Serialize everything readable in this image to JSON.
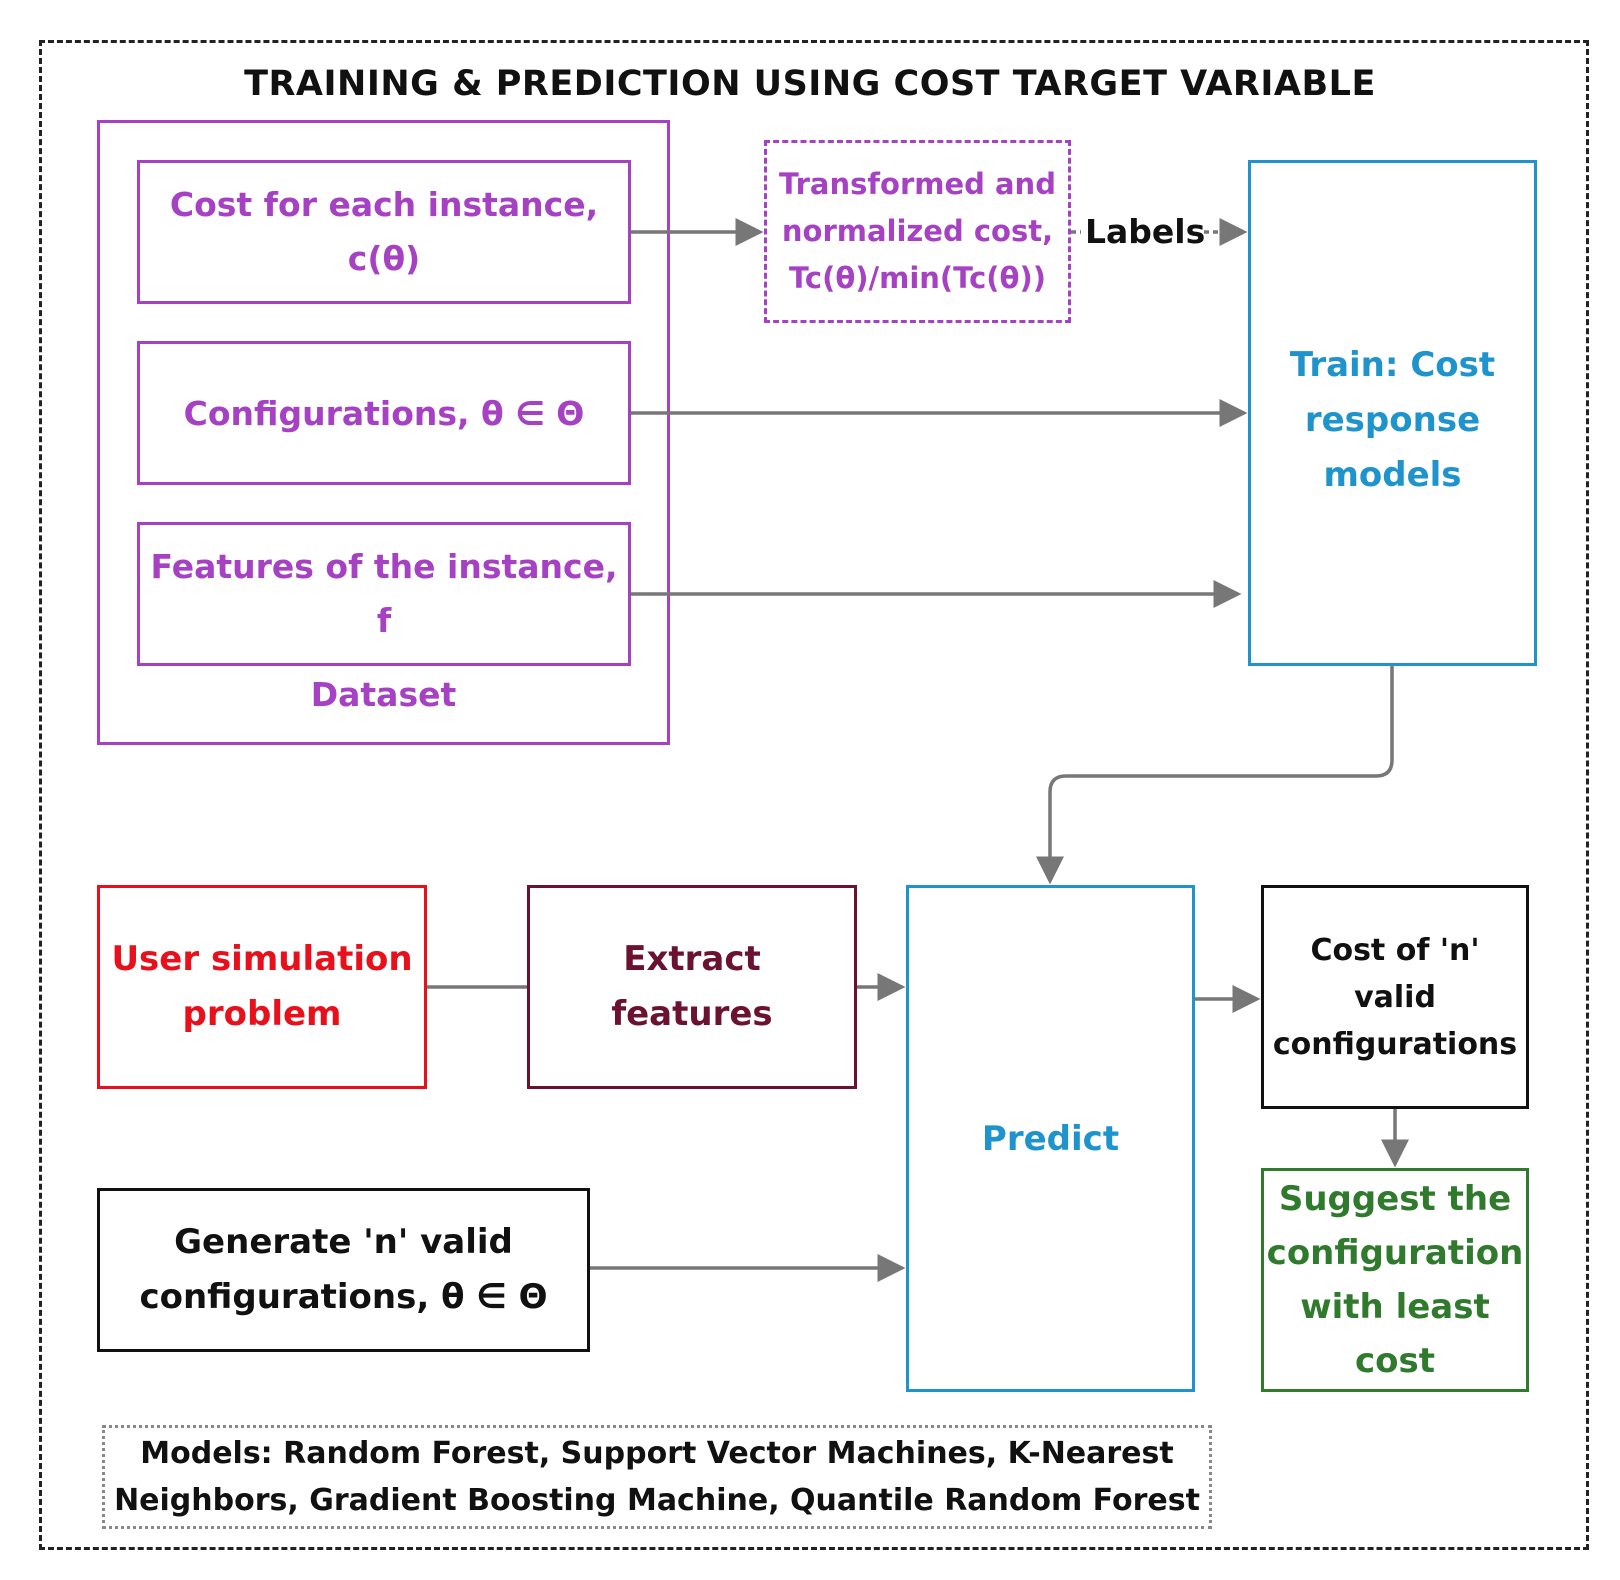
{
  "title": "TRAINING & PREDICTION USING COST TARGET VARIABLE",
  "dataset": {
    "label": "Dataset",
    "cost_line1": "Cost for each instance,",
    "cost_line2": "c(θ)",
    "configurations": "Configurations, θ ∈ Θ",
    "features_line1": "Features of the instance,",
    "features_line2": "f"
  },
  "transformed": {
    "line1": "Transformed and",
    "line2": "normalized cost,",
    "line3": "Tc(θ)/min(Tc(θ))"
  },
  "labels_text": "Labels",
  "train": {
    "line1": "Train: Cost",
    "line2": "response",
    "line3": "models"
  },
  "user_problem": {
    "line1": "User simulation",
    "line2": "problem"
  },
  "extract": {
    "line1": "Extract",
    "line2": "features"
  },
  "predict": "Predict",
  "cost_n": {
    "line1": "Cost of 'n'",
    "line2": "valid",
    "line3": "configurations"
  },
  "suggest": {
    "line1": "Suggest the",
    "line2": "configuration",
    "line3": "with least",
    "line4": "cost"
  },
  "generate": {
    "line1": "Generate 'n' valid",
    "line2": "configurations, θ ∈ Θ"
  },
  "models": {
    "line1": "Models: Random Forest, Support Vector Machines, K-Nearest",
    "line2": "Neighbors, Gradient Boosting Machine, Quantile Random Forest"
  },
  "colors": {
    "dataset": "#a641c4",
    "model_blue": "#1e93cc",
    "user_red": "#e8101a",
    "extract_maroon": "#6b1230",
    "suggest_green": "#2f7a2c",
    "arrow_gray": "#777777"
  }
}
